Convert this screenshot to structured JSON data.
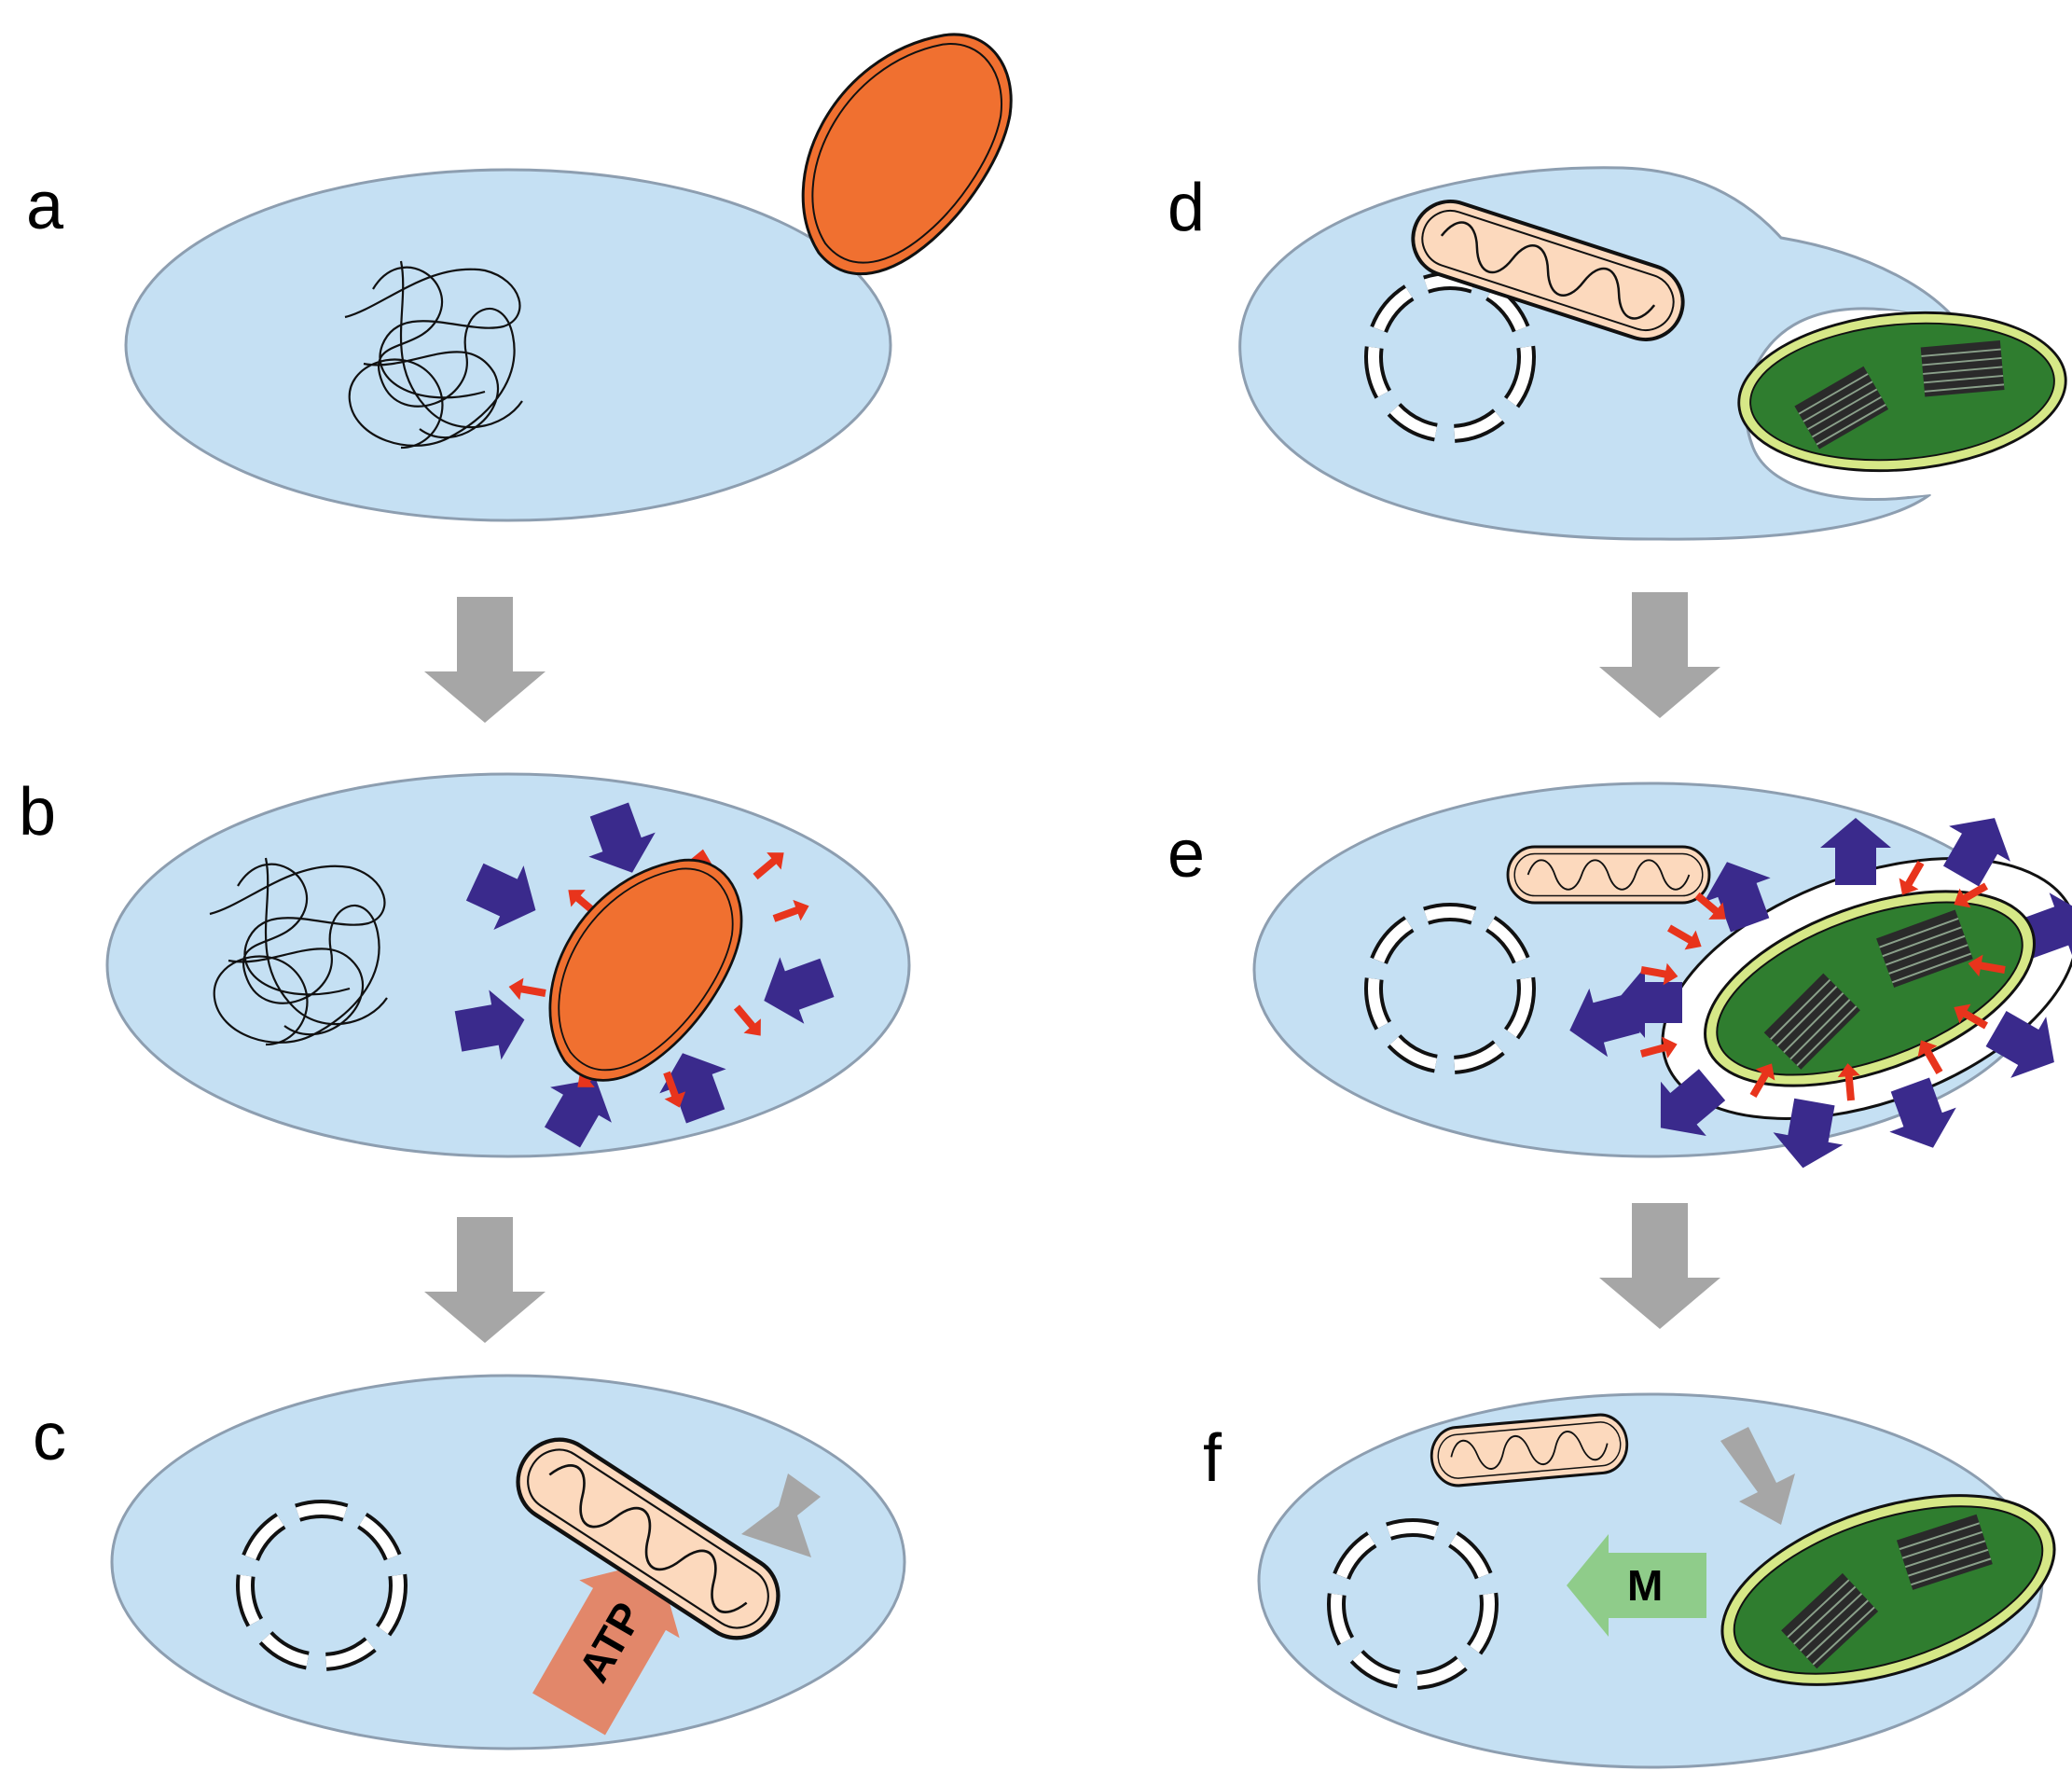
{
  "panels": [
    {
      "label": "a"
    },
    {
      "label": "b"
    },
    {
      "label": "c"
    },
    {
      "label": "d"
    },
    {
      "label": "e"
    },
    {
      "label": "f"
    }
  ],
  "arrow_labels": {
    "atp": "ATP",
    "m": "M"
  },
  "colors": {
    "cell": "#c5e0f3",
    "cell_stroke": "#8d9eb0",
    "bacterium": "#f07030",
    "mitochondrion": "#fcd9bd",
    "chloroplast": "#2f7d2f",
    "chloroplast_rim": "#d6e887",
    "stage_arrow": "#a6a6a6",
    "import_arrow": "#3a2a8c",
    "export_arrow": "#e8341c",
    "atp_arrow": "#e2876a",
    "m_arrow": "#8fcc8a"
  }
}
